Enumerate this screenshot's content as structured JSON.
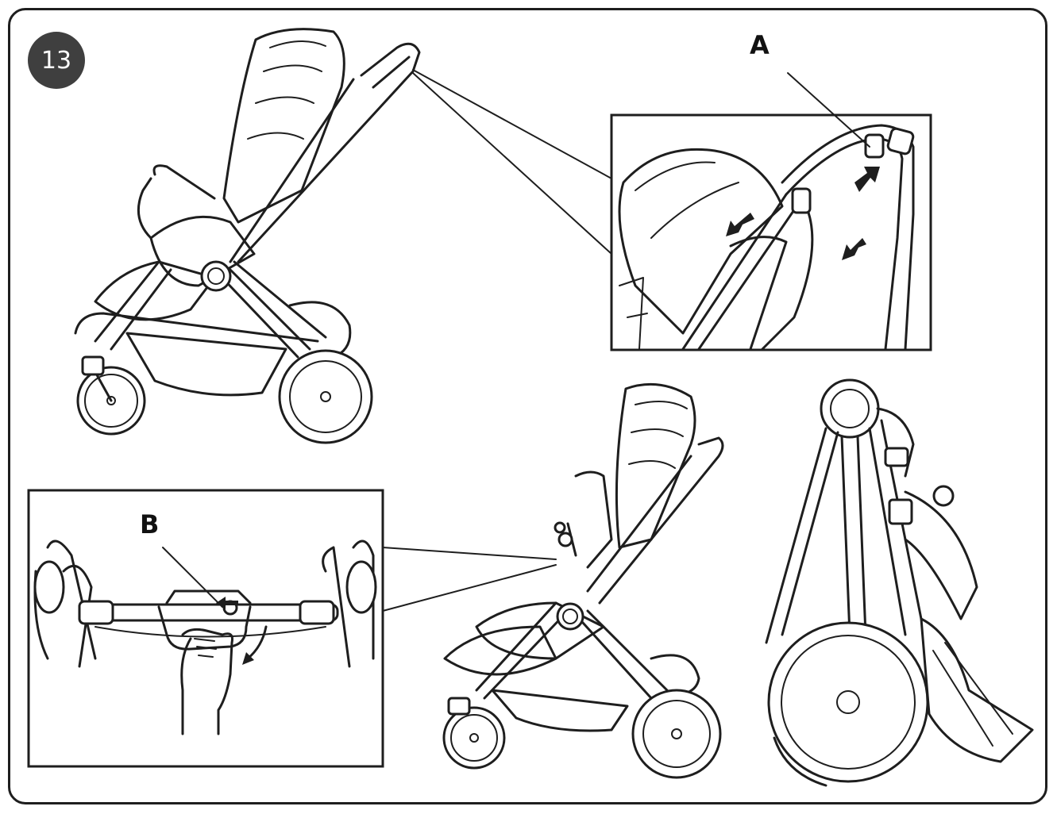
{
  "step": {
    "number": "13"
  },
  "callouts": {
    "a": "A",
    "b": "B"
  },
  "colors": {
    "line": "#1e1e1e",
    "badge": "#3f3f3f",
    "background": "#ffffff"
  },
  "figures": [
    {
      "id": "stroller-open",
      "icon": "stroller-icon"
    },
    {
      "id": "detail-handlebar-a",
      "icon": "handlebar-release-icon"
    },
    {
      "id": "detail-fold-lever-b",
      "icon": "hand-lever-icon"
    },
    {
      "id": "stroller-folding",
      "icon": "stroller-icon"
    },
    {
      "id": "stroller-folded",
      "icon": "folded-stroller-icon"
    }
  ]
}
